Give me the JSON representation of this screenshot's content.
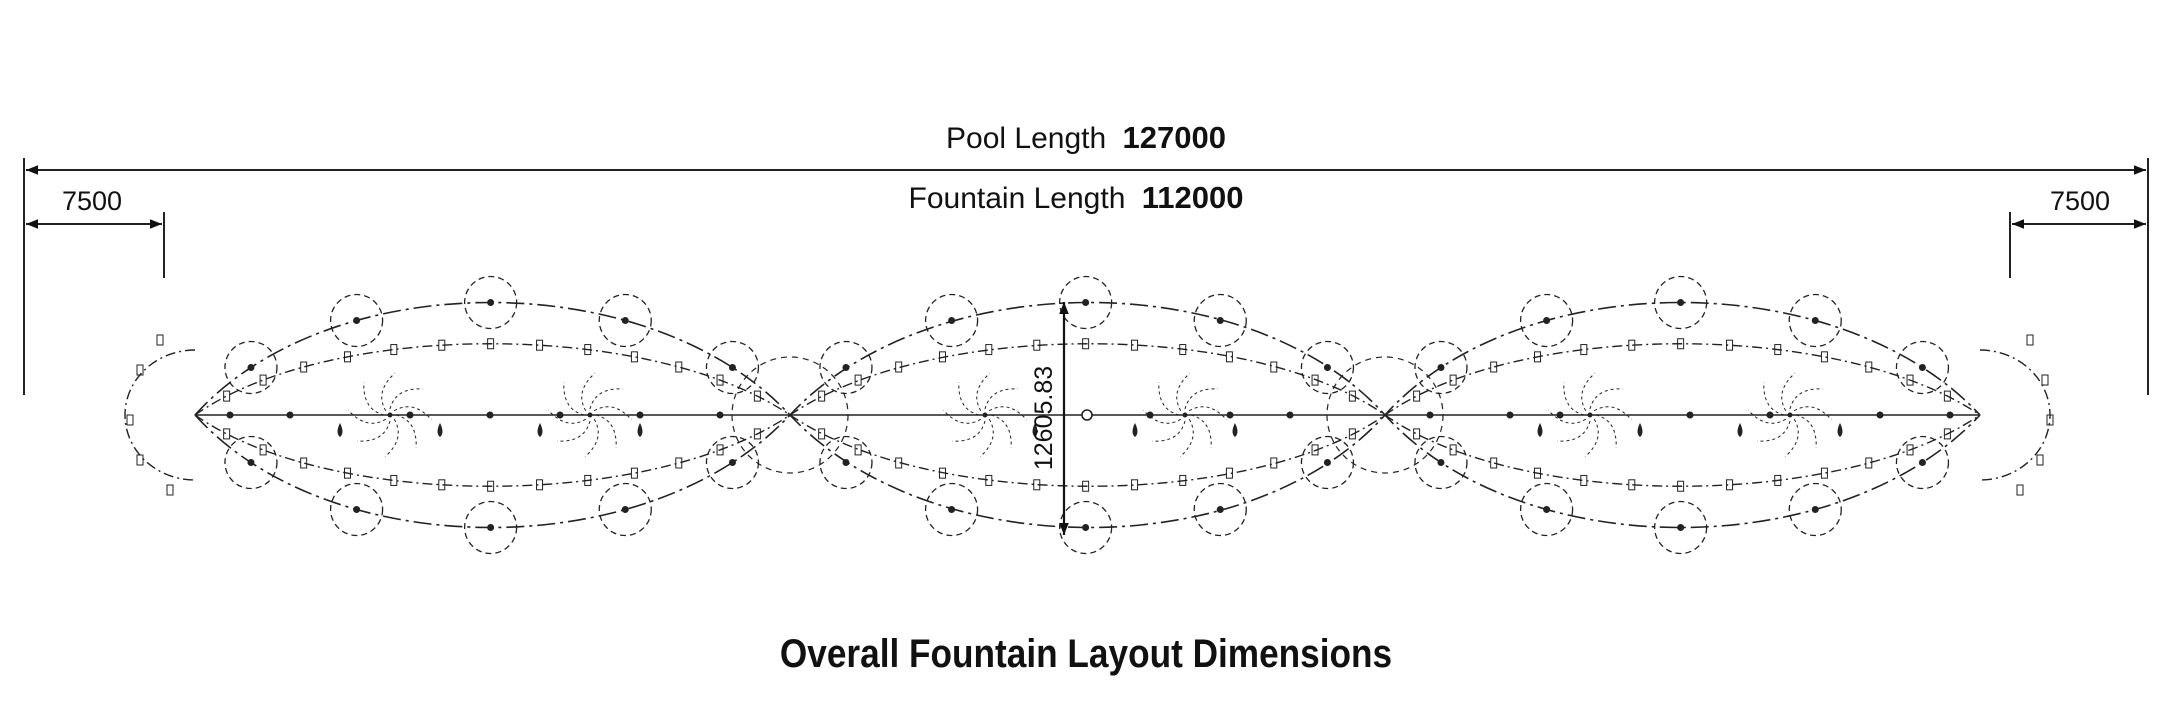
{
  "dimensions": {
    "pool_length_label": "Pool Length",
    "pool_length_value": "127000",
    "fountain_length_label": "Fountain Length",
    "fountain_length_value": "112000",
    "left_offset": "7500",
    "right_offset": "7500",
    "width": "12605.83"
  },
  "caption": "Overall Fountain Layout Dimensions",
  "colors": {
    "line": "#222222",
    "background": "#ffffff"
  }
}
